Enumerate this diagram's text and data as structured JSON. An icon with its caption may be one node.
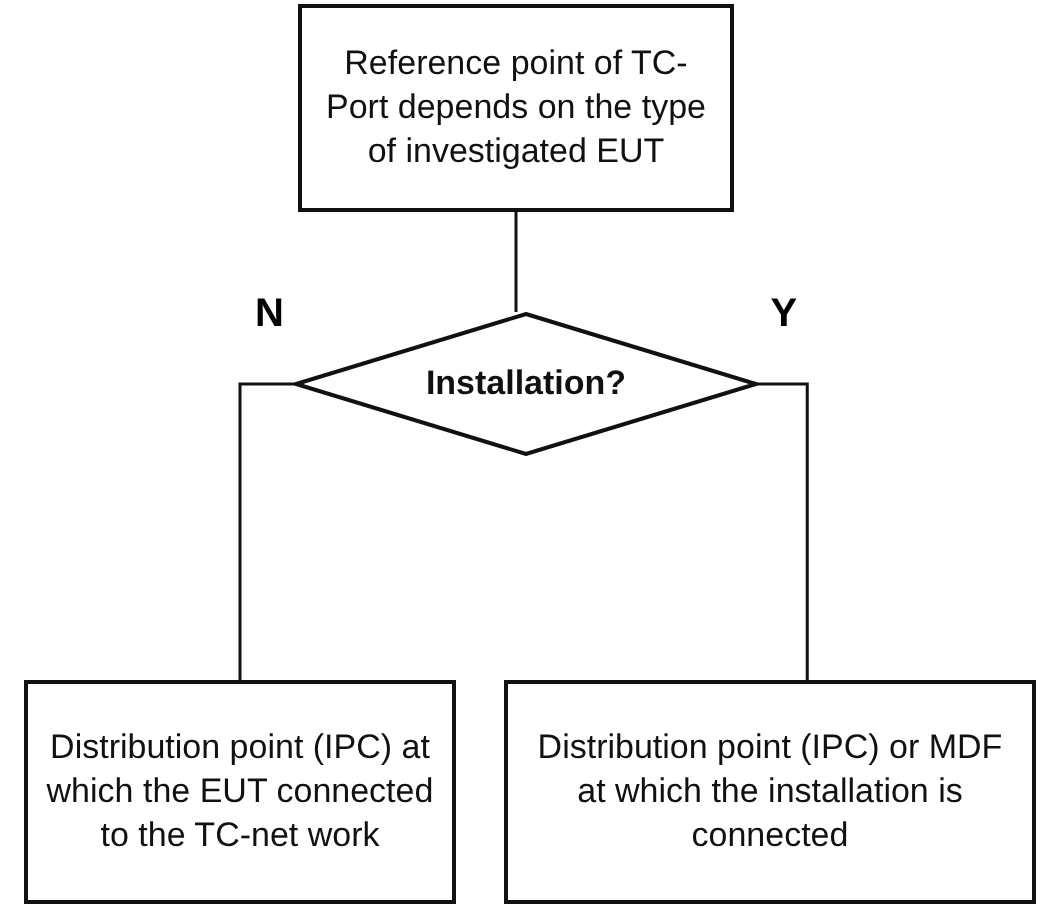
{
  "diagram": {
    "nodes": [
      {
        "text": [
          "Reference point of TC-Port depends on the type of investigated EUT"
        ]
      },
      {
        "text": [
          "Installation?"
        ]
      },
      {
        "text": [
          "Distribution point (IPC) at which the EUT connected to the TC-net work"
        ]
      },
      {
        "text": [
          "Distribution point (IPC) or MDF at which the installation is connected"
        ]
      }
    ],
    "edges": [
      {
        "from": 0,
        "to": 1,
        "arrow": "none"
      },
      {
        "from": 1,
        "to": 2,
        "arrow": "none",
        "label": "N"
      },
      {
        "from": 1,
        "to": 3,
        "arrow": "none",
        "label": "Y"
      }
    ]
  }
}
